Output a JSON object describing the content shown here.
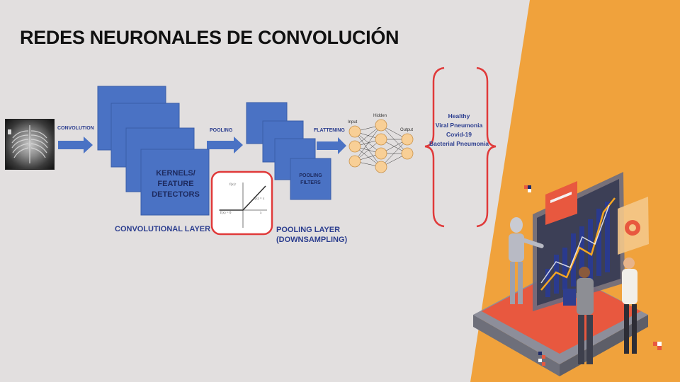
{
  "slide": {
    "title": "REDES NEURONALES DE CONVOLUCIÓN"
  },
  "diagram": {
    "labels": {
      "convolution": "CONVOLUTION",
      "pooling": "POOLING",
      "flattening": "FLATTENING",
      "kernels_line1": "KERNELS/",
      "kernels_line2": "FEATURE",
      "kernels_line3": "DETECTORS",
      "pooling_filters_line1": "POOLING",
      "pooling_filters_line2": "FILTERS",
      "convolutional_layer": "CONVOLUTIONAL LAYER",
      "pooling_layer_line1": "POOLING LAYER",
      "pooling_layer_line2": "(DOWNSAMPLING)",
      "input": "Input",
      "hidden": "Hidden",
      "output": "Output"
    },
    "relu": {
      "f_x_axis": "f(x)↑",
      "f_x_eq_x": "f(x) = x",
      "f_x_eq_0": "f(x) = 0",
      "x_axis": "x"
    },
    "classes": [
      "Healthy",
      "Viral Pneumonia",
      "Covid-19",
      "Bacterial Pneumonia"
    ],
    "colors": {
      "box_blue": "#4a72c4",
      "arrow_blue": "#4a72c4",
      "label_navy": "#2c3e8f",
      "highlight_red": "#e03a3a",
      "neuron_fill": "#f8cf96",
      "accent_orange": "#f0a23c"
    }
  },
  "illustration": {
    "description_icon": "ai-analytics-illustration"
  }
}
